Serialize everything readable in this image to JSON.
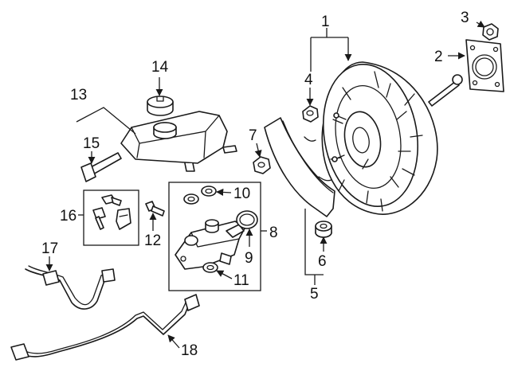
{
  "diagram": {
    "callouts": [
      {
        "id": "1",
        "label": "1"
      },
      {
        "id": "2",
        "label": "2"
      },
      {
        "id": "3",
        "label": "3"
      },
      {
        "id": "4",
        "label": "4"
      },
      {
        "id": "5",
        "label": "5"
      },
      {
        "id": "6",
        "label": "6"
      },
      {
        "id": "7",
        "label": "7"
      },
      {
        "id": "8",
        "label": "8"
      },
      {
        "id": "9",
        "label": "9"
      },
      {
        "id": "10",
        "label": "10"
      },
      {
        "id": "11",
        "label": "11"
      },
      {
        "id": "12",
        "label": "12"
      },
      {
        "id": "13",
        "label": "13"
      },
      {
        "id": "14",
        "label": "14"
      },
      {
        "id": "15",
        "label": "15"
      },
      {
        "id": "16",
        "label": "16"
      },
      {
        "id": "17",
        "label": "17"
      },
      {
        "id": "18",
        "label": "18"
      }
    ],
    "line_color": "#1a1a1a",
    "background": "#ffffff"
  }
}
